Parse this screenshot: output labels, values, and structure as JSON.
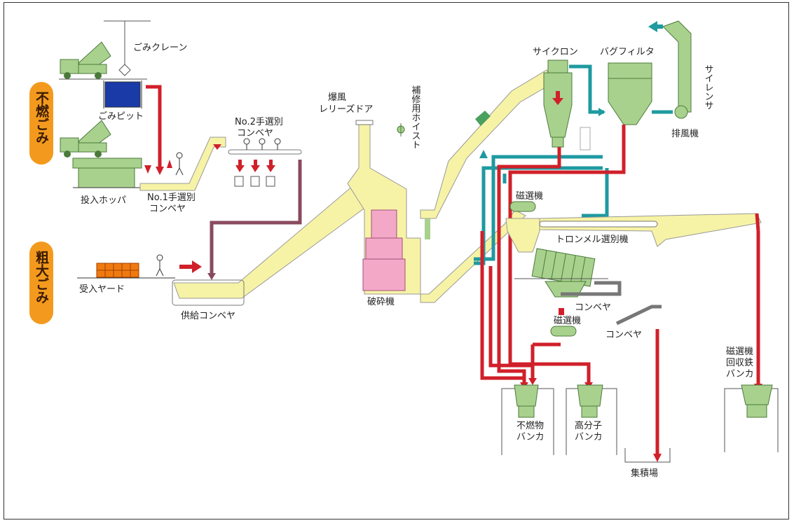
{
  "categories": {
    "noncombustible": "不燃ごみ",
    "bulky": "粗大ごみ"
  },
  "labels": {
    "garbage_crane": "ごみクレーン",
    "garbage_pit": "ごみピット",
    "input_hopper": "投入ホッパ",
    "no1_sorting_line1": "No.1手選別",
    "no1_sorting_line2": "コンベヤ",
    "no2_sorting_line1": "No.2手選別",
    "no2_sorting_line2": "コンベヤ",
    "receiving_yard": "受入ヤード",
    "supply_conveyor": "供給コンベヤ",
    "blast_door_line1": "爆風",
    "blast_door_line2": "レリーズドア",
    "maintenance_hoist": "補修用ホイスト",
    "crusher": "破砕機",
    "cyclone": "サイクロン",
    "bag_filter": "バグフィルタ",
    "silencer": "サイレンサ",
    "exhaust_fan": "排風機",
    "magnetic_separator_1": "磁選機",
    "trommel": "トロンメル選別機",
    "conveyor_1": "コンベヤ",
    "magnetic_separator_2": "磁選機",
    "conveyor_2": "コンベヤ",
    "mag_recovered_line1": "磁選機",
    "mag_recovered_line2": "回収鉄",
    "mag_recovered_line3": "バンカ",
    "nonburnable_bunker_line1": "不燃物",
    "nonburnable_bunker_line2": "バンカ",
    "polymer_bunker_line1": "高分子",
    "polymer_bunker_line2": "バンカ",
    "collection_area": "集積場"
  },
  "colors": {
    "equipment_green": "#a9d18e",
    "conveyor_yellow": "#f7f3a6",
    "material_red": "#d0202a",
    "air_teal": "#1e9aa0",
    "conveyor_maroon": "#8a4a5e",
    "crusher_pink": "#f4a8c8",
    "pit_blue": "#1a3aa8",
    "orange_tag": "#f39a1e",
    "yard_orange": "#f07a10"
  }
}
